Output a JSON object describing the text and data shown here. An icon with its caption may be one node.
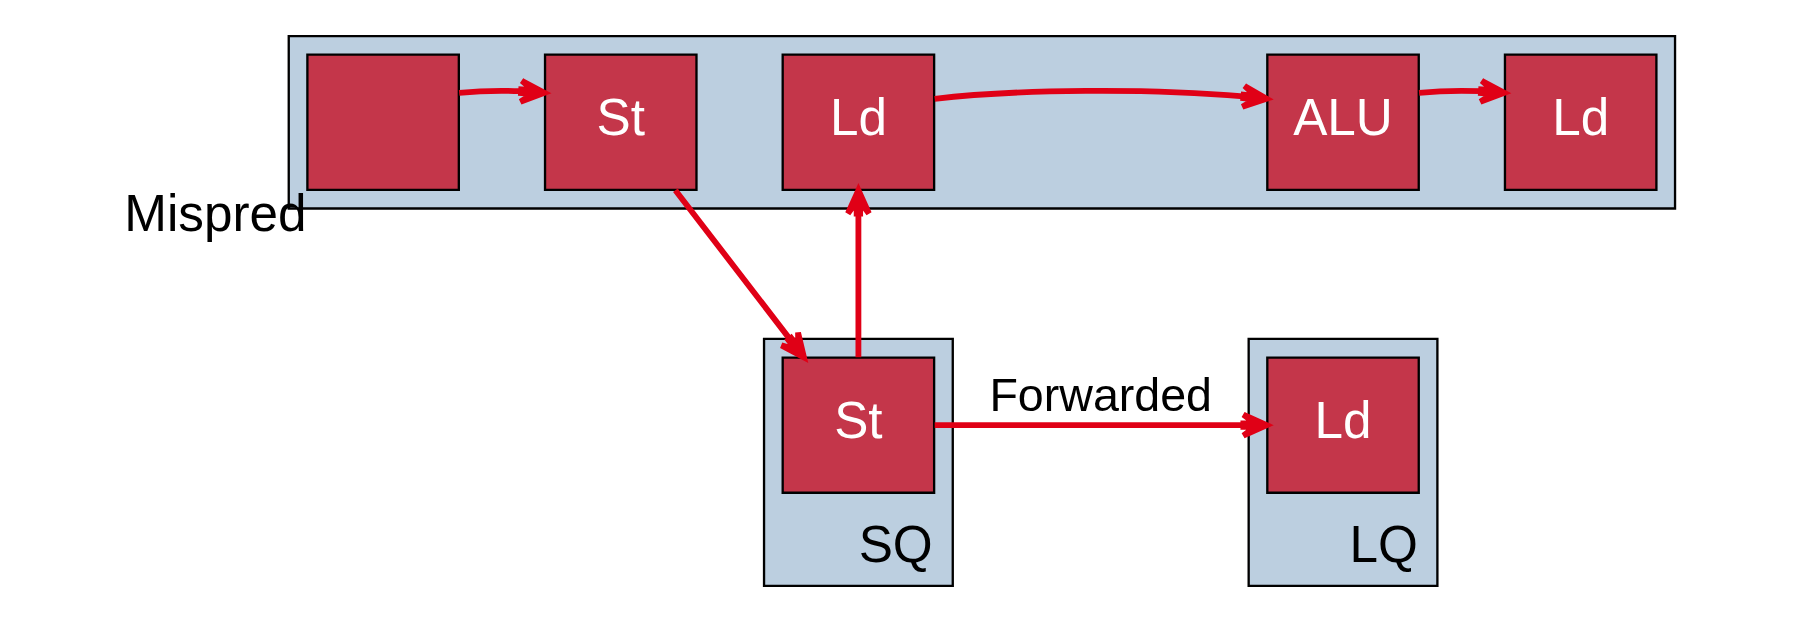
{
  "diagram": {
    "nodes": [
      {
        "text": [],
        "shape": "bar"
      },
      {
        "text": [
          "Mispred"
        ],
        "in": 0
      },
      {
        "text": [
          "St"
        ],
        "in": 0
      },
      {
        "text": [
          "Ld"
        ],
        "in": 0
      },
      {
        "text": [
          "ALU"
        ],
        "in": 0
      },
      {
        "text": [
          "Ld"
        ],
        "in": 0
      },
      {
        "text": [
          "SQ"
        ]
      },
      {
        "text": [
          "St"
        ],
        "in": 6
      },
      {
        "text": [
          "LQ"
        ]
      },
      {
        "text": [
          "Ld"
        ],
        "in": 8
      }
    ],
    "edges": [
      {
        "from": 1,
        "to": 2,
        "arrow": "to"
      },
      {
        "from": 3,
        "to": 4,
        "arrow": "to"
      },
      {
        "from": 4,
        "to": 5,
        "arrow": "to"
      },
      {
        "from": 2,
        "to": 7,
        "arrow": "to"
      },
      {
        "from": 7,
        "to": 9,
        "arrow": "to",
        "label": "Forwarded"
      },
      {
        "from": 7,
        "to": 3,
        "arrow": "to"
      }
    ]
  }
}
